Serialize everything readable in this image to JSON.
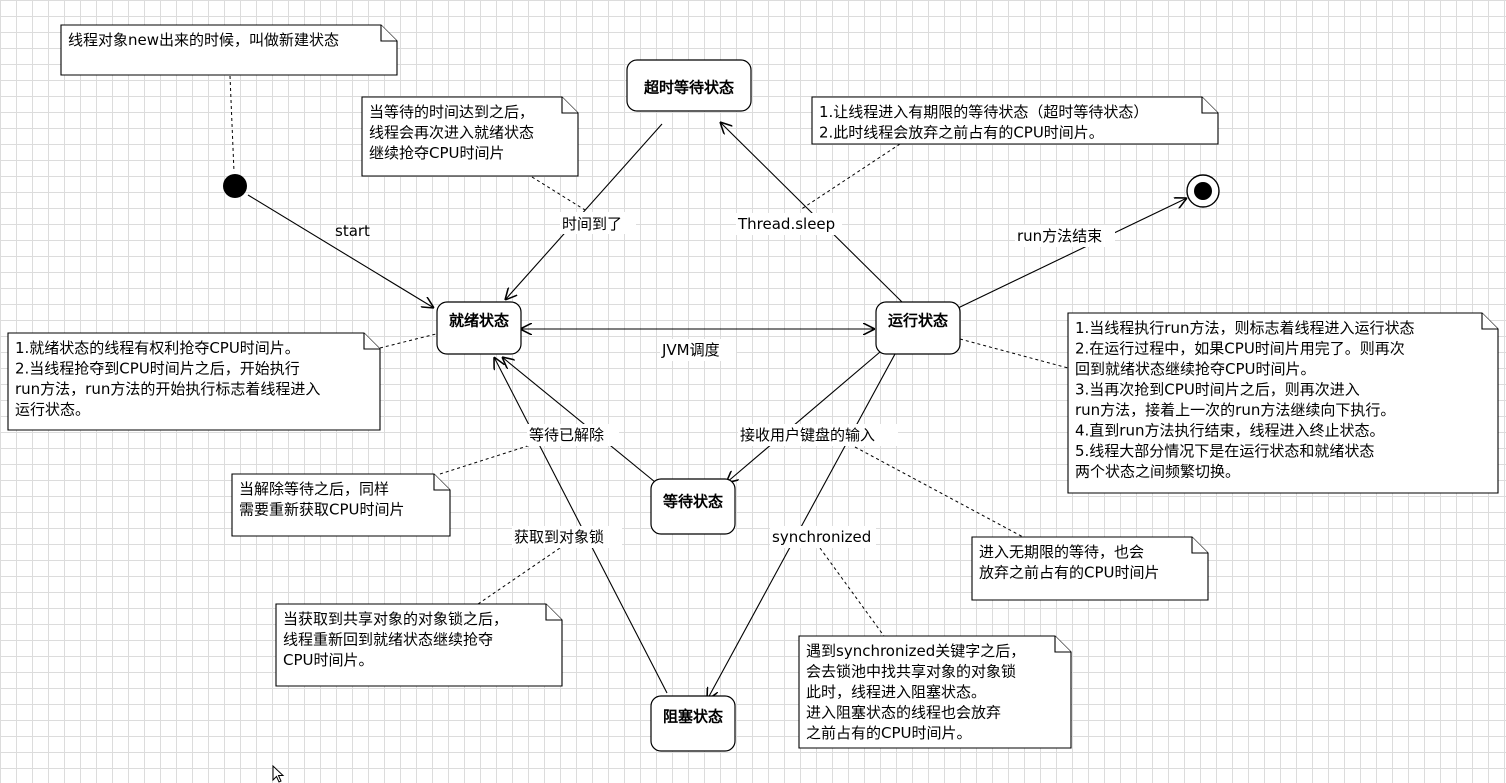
{
  "states": {
    "ready": "就绪状态",
    "running": "运行状态",
    "timed_waiting": "超时等待状态",
    "waiting": "等待状态",
    "blocked": "阻塞状态"
  },
  "transitions": {
    "start": "start",
    "timeout_reached": "时间到了",
    "thread_sleep": "Thread.sleep",
    "run_finished": "run方法结束",
    "jvm_schedule": "JVM调度",
    "wait_released": "等待已解除",
    "keyboard_input": "接收用户键盘的输入",
    "synchronized": "synchronized",
    "lock_acquired": "获取到对象锁"
  },
  "notes": {
    "new": [
      "线程对象new出来的时候，叫做新建状态"
    ],
    "timeout": [
      "当等待的时间达到之后，",
      "线程会再次进入就绪状态",
      "继续抢夺CPU时间片"
    ],
    "sleep": [
      "1.让线程进入有期限的等待状态（超时等待状态）",
      "2.此时线程会放弃之前占有的CPU时间片。"
    ],
    "ready": [
      "1.就绪状态的线程有权利抢夺CPU时间片。",
      "2.当线程抢夺到CPU时间片之后，开始执行",
      "run方法，run方法的开始执行标志着线程进入",
      "运行状态。"
    ],
    "running": [
      "1.当线程执行run方法，则标志着线程进入运行状态",
      "2.在运行过程中，如果CPU时间片用完了。则再次",
      "回到就绪状态继续抢夺CPU时间片。",
      "3.当再次抢到CPU时间片之后，则再次进入",
      "run方法，接着上一次的run方法继续向下执行。",
      "4.直到run方法执行结束，线程进入终止状态。",
      "5.线程大部分情况下是在运行状态和就绪状态",
      "两个状态之间频繁切换。"
    ],
    "wait_release": [
      "当解除等待之后，同样",
      "需要重新获取CPU时间片"
    ],
    "infinite_wait": [
      "进入无期限的等待，也会",
      "放弃之前占有的CPU时间片"
    ],
    "lock": [
      "当获取到共享对象的对象锁之后，",
      "线程重新回到就绪状态继续抢夺",
      "CPU时间片。"
    ],
    "sync": [
      "遇到synchronized关键字之后，",
      "会去锁池中找共享对象的对象锁",
      "此时，线程进入阻塞状态。",
      "进入阻塞状态的线程也会放弃",
      "之前占有的CPU时间片。"
    ]
  }
}
